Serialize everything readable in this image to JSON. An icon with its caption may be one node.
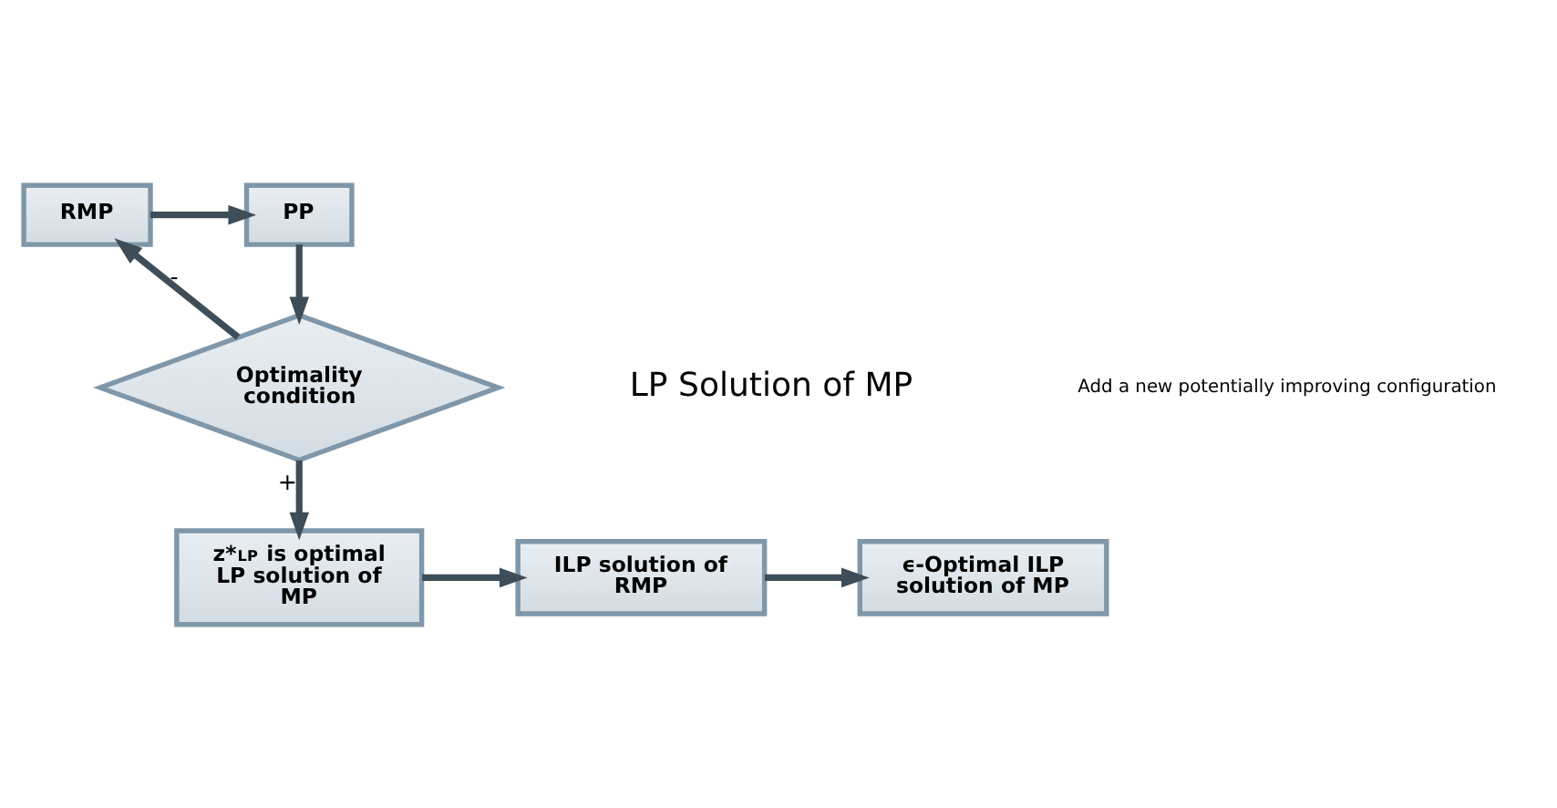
{
  "diagram": {
    "nodes": [
      {
        "text": [
          "RMP"
        ]
      },
      {
        "text": [
          "PP"
        ]
      },
      {
        "text": [
          "Optimality condition"
        ]
      },
      {
        "text": [
          "z*$_{LP}$ is optimal LP solution of MP"
        ]
      },
      {
        "text": [
          "ILP solution of RMP"
        ]
      },
      {
        "text": [
          "ϵ-Optimal ILP solution of MP"
        ]
      }
    ],
    "edges": [
      {
        "from": 0,
        "to": 1,
        "arrow": "to"
      },
      {
        "from": 1,
        "to": 2,
        "arrow": "to"
      },
      {
        "from": 2,
        "to": 0,
        "arrow": "to",
        "label": "-"
      },
      {
        "from": 2,
        "to": 3,
        "arrow": "to",
        "label": "+"
      },
      {
        "from": 3,
        "to": 4,
        "arrow": "to"
      },
      {
        "from": 4,
        "to": 5,
        "arrow": "to"
      }
    ],
    "labels": [
      "LP Solution of MP",
      "Add a new potentially improving configuration"
    ]
  }
}
